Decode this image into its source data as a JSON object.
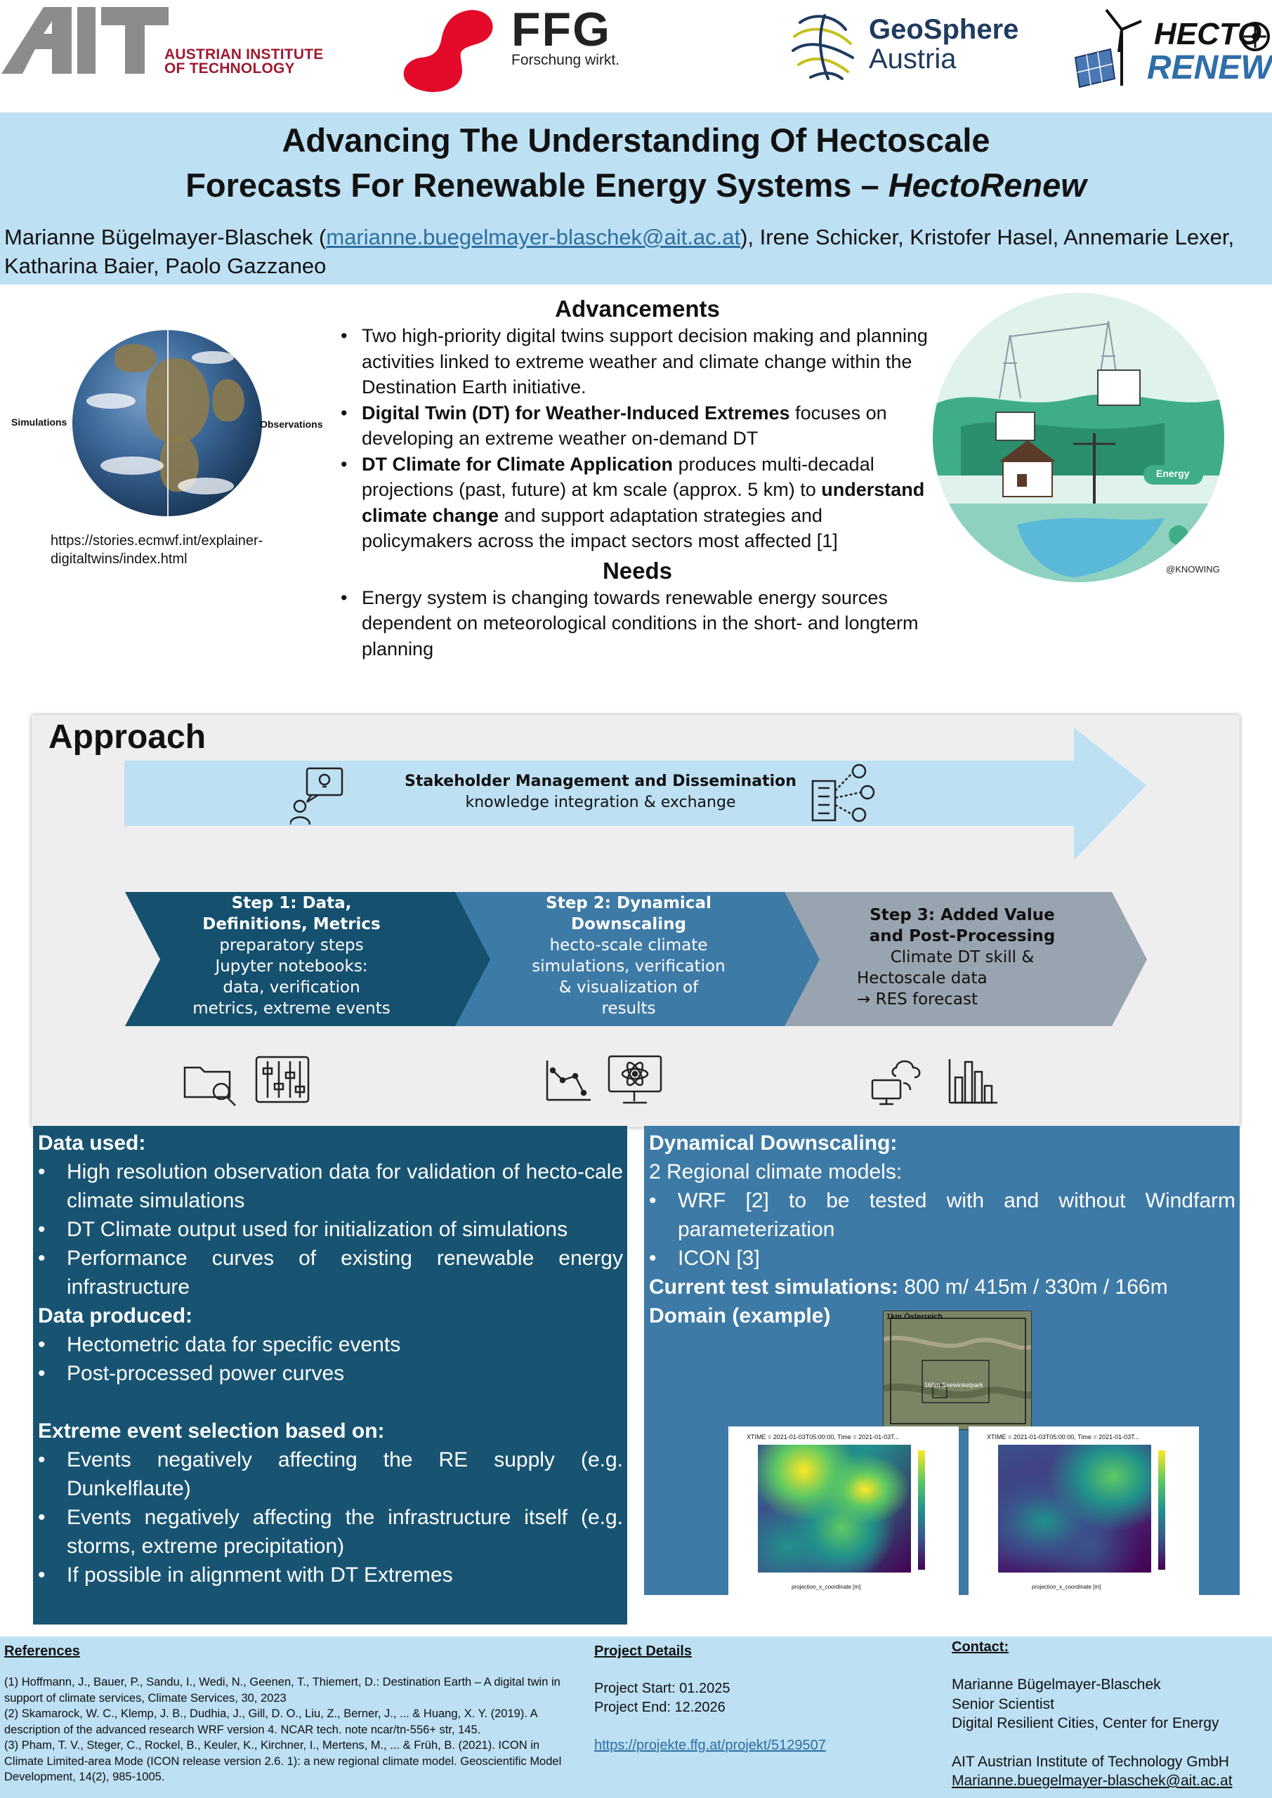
{
  "logos": {
    "ait_line1": "AUSTRIAN INSTITUTE",
    "ait_line2": "OF TECHNOLOGY",
    "ffg_word": "FFG",
    "ffg_tagline": "Forschung wirkt.",
    "geo_line1": "GeoSphere",
    "geo_line2": "Austria",
    "hecto_line1": "HECTO",
    "hecto_line2": "RENEW"
  },
  "title": {
    "line1": "Advancing The Understanding Of Hectoscale",
    "line2_plain": "Forecasts For Renewable Energy Systems – ",
    "line2_italic": "HectoRenew"
  },
  "authors": {
    "lead": "Marianne Bügelmayer-Blaschek (",
    "email": "marianne.buegelmayer-blaschek@ait.ac.at",
    "rest": "), Irene Schicker, Kristofer Hasel, Annemarie Lexer, Katharina Baier, Paolo Gazzaneo"
  },
  "globe": {
    "label_left": "Simulations",
    "label_right": "Observations",
    "source": "https://stories.ecmwf.int/explainer-digitaltwins/index.html"
  },
  "advancements": {
    "heading": "Advancements",
    "b1": "Two high-priority digital twins support decision making and planning activities linked to extreme weather and climate change within the Destination Earth initiative.",
    "b2_bold": "Digital Twin (DT) for Weather-Induced Extremes",
    "b2_rest": " focuses on developing an extreme weather on-demand DT",
    "b3_bold": "DT Climate for Climate Application",
    "b3_mid": " produces multi-decadal projections (past, future) at km scale (approx. 5 km) to ",
    "b3_bold2": "understand climate change",
    "b3_rest": " and support adaptation strategies and policymakers across the impact sectors most affected [1]"
  },
  "needs": {
    "heading": "Needs",
    "b1": "Energy system is changing towards renewable energy sources dependent on meteorological conditions in the short- and longterm planning"
  },
  "energy_image": {
    "badge": "Energy",
    "credit": "@KNOWING"
  },
  "approach": {
    "heading": "Approach",
    "stakeholder_title": "Stakeholder Management and Dissemination",
    "stakeholder_sub": "knowledge integration & exchange",
    "step1_title_1": "Step 1: Data,",
    "step1_title_2": "Definitions, Metrics",
    "step1_l1": "preparatory steps",
    "step1_l2": "Jupyter notebooks:",
    "step1_l3": "data, verification",
    "step1_l4": "metrics, extreme events",
    "step2_title_1": "Step 2: Dynamical",
    "step2_title_2": "Downscaling",
    "step2_l1": "hecto-scale climate",
    "step2_l2": "simulations, verification",
    "step2_l3": "& visualization of",
    "step2_l4": "results",
    "step3_title_1": "Step 3: Added Value",
    "step3_title_2": "and Post-Processing",
    "step3_l1": "Climate DT skill &",
    "step3_l2": "Hectoscale data",
    "step3_l3": "→ RES forecast",
    "icons": [
      "idea-person-icon",
      "building-network-icon",
      "folder-search-icon",
      "sliders-icon",
      "line-graph-icon",
      "monitor-atom-icon",
      "cloud-computer-icon",
      "bar-chart-icon"
    ]
  },
  "data_used": {
    "heading": "Data used:",
    "items": [
      "High resolution observation data for validation of hecto-cale climate simulations",
      "DT Climate output used for initialization of simulations",
      "Performance curves of existing renewable energy infrastructure"
    ],
    "produced_heading": "Data produced:",
    "produced_items": [
      "Hectometric data for specific events",
      "Post-processed power curves"
    ],
    "extreme_heading": "Extreme event selection based on:",
    "extreme_items": [
      "Events negatively affecting the RE supply (e.g. Dunkelflaute)",
      "Events negatively affecting the infrastructure itself (e.g. storms, extreme precipitation)",
      "If possible in alignment with DT Extremes"
    ]
  },
  "downscaling": {
    "heading": "Dynamical Downscaling:",
    "models_intro": "2 Regional climate models:",
    "models": [
      "WRF [2] to be tested with and without Windfarm parameterization",
      "ICON [3]"
    ],
    "tests_bold": "Current test simulations:",
    "tests_rest": " 800 m/ 415m / 330m / 166m",
    "domain_heading": "Domain (example)",
    "map_title": "1km Österreich",
    "map_label": "166m Seewinkelpark",
    "plot1_title": "XTIME = 2021-01-03T05:00:00, Time = 2021-01-03T...",
    "plot2_title": "XTIME = 2021-01-03T05:00:00, Time = 2021-01-03T...",
    "plot_xlabel": "projection_x_coordinate [m]",
    "plot_colors": [
      "#440154",
      "#3b528b",
      "#21918c",
      "#5ec962",
      "#fde725"
    ]
  },
  "footer": {
    "refs_heading": "References",
    "refs": [
      "(1) Hoffmann, J., Bauer, P., Sandu, I., Wedi, N., Geenen, T., Thiemert, D.: Destination Earth – A digital twin in support of climate services, Climate Services, 30, 2023",
      "(2) Skamarock, W. C., Klemp, J. B., Dudhia, J., Gill, D. O., Liu, Z., Berner, J., ... & Huang, X. Y. (2019). A description of the advanced research WRF version 4. NCAR tech. note ncar/tn-556+ str, 145.",
      "(3) Pham, T. V., Steger, C., Rockel, B., Keuler, K., Kirchner, I., Mertens, M., ... & Früh, B. (2021). ICON in Climate Limited-area Mode (ICON release version 2.6. 1): a new regional climate model. Geoscientific Model Development, 14(2), 985-1005."
    ],
    "project_heading": "Project Details",
    "project_start": "Project Start: 01.2025",
    "project_end": "Project End: 12.2026",
    "project_link": "https://projekte.ffg.at/projekt/5129507",
    "contact_heading": "Contact:",
    "contact_name": "Marianne Bügelmayer-Blaschek",
    "contact_role": "Senior Scientist",
    "contact_unit": "Digital Resilient Cities, Center for Energy",
    "contact_org": "AIT Austrian Institute of Technology GmbH",
    "contact_email": "Marianne.buegelmayer-blaschek@ait.ac.at"
  },
  "colors": {
    "title_band": "#bde0f3",
    "step1": "#15506f",
    "step2": "#3e7aa6",
    "step3": "#98a4b0",
    "stakeholder_arrow": "#bde0f3",
    "data_box": "#185472",
    "downscaling_box": "#3e7aa6",
    "ait_red": "#9e1b32",
    "ffg_red": "#e30a2a"
  }
}
